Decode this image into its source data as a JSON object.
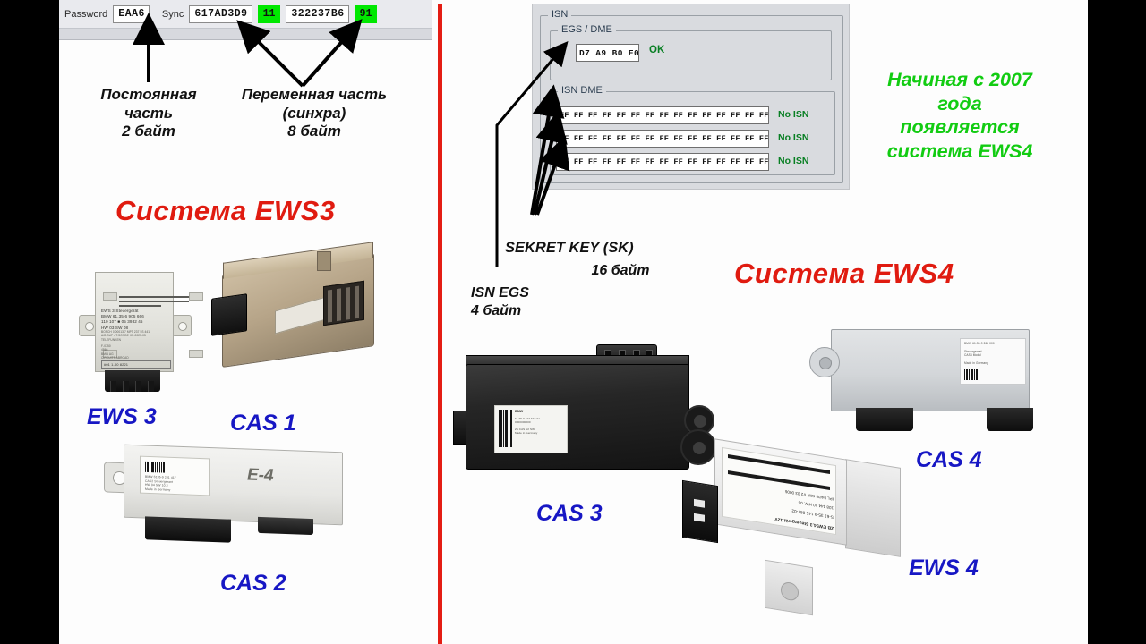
{
  "layout": {
    "background_color": "#000000",
    "canvas_color": "#fdfdfd",
    "divider_color": "#e41d14"
  },
  "toolbar": {
    "password_label": "Password",
    "password_value": "EAA6",
    "sync_label": "Sync",
    "sync_value_1": "617AD3D9",
    "sync_chip_1": "11",
    "sync_value_2": "322237B6",
    "sync_chip_2": "91",
    "chip_color": "#00e800"
  },
  "isn_panel": {
    "group_label": "ISN",
    "egs": {
      "group_label": "EGS / DME",
      "value": "D7 A9 B0 E0",
      "status": "OK",
      "status_color": "#087f23"
    },
    "isn_dme": {
      "group_label": "ISN DME",
      "rows": [
        {
          "value": "FF FF FF FF FF FF FF FF FF FF FF FF FF FF FF FF",
          "status": "No ISN"
        },
        {
          "value": "FF FF FF FF FF FF FF FF FF FF FF FF FF FF FF FF",
          "status": "No ISN"
        },
        {
          "value": "FF FF FF FF FF FF FF FF FF FF FF FF FF FF FF FF",
          "status": "No ISN"
        }
      ],
      "status_color": "#087f23"
    }
  },
  "annotations": {
    "constant_part": "Постоянная\nчасть\n2 байт",
    "variable_part": "Переменная часть\n(синхра)\n8 байт",
    "secret_key": "SEKRET KEY (SK)",
    "secret_key_size": "16  байт",
    "isn_egs": "ISN EGS\n4 байт",
    "note_green": "Начиная с 2007\nгода\nпоявляется\nсистема EWS4",
    "note_green_color": "#12cc12"
  },
  "titles": {
    "ews3": "Система EWS3",
    "ews4": "Система EWS4",
    "color": "#e01b10"
  },
  "device_labels": {
    "color": "#1717c4",
    "ews3": "EWS 3",
    "cas1": "CAS 1",
    "cas2": "CAS 2",
    "cas3": "CAS 3",
    "cas4": "CAS 4",
    "ews4": "EWS 4"
  },
  "device_markings": {
    "ews3_sticker": "EWS 3-Steuergerät\nBMW   61.35-6 905 666\n110 107 ■  05 3932 45\nHW 03 SW 08",
    "ews3_sticker_small": "BOSCH 0.00013.7  MPT 237     5S 441\nA/B SUP       ▪ T.SONDE      KP-0025-05\nTELEFUNKEN",
    "ews3_sticker_bottom": "F-0750\n4966\nBMW AG\nCIRCUITS ABROAD",
    "ews3_badge": "#01  1-00 8221",
    "cas2_side_text": "E-4",
    "ews4_sticker_line1": "ZB EWS4.3 Steuergerät 12V",
    "ews4_sticker_line2": "S-61 35-9 145 087-02",
    "ews4_sticker_line3": "108 444 10 HW: 06",
    "ews4_sticker_line4": "IPL 04/08   SW: V2 03 0006",
    "cas3_sticker_brand": "BMW"
  }
}
